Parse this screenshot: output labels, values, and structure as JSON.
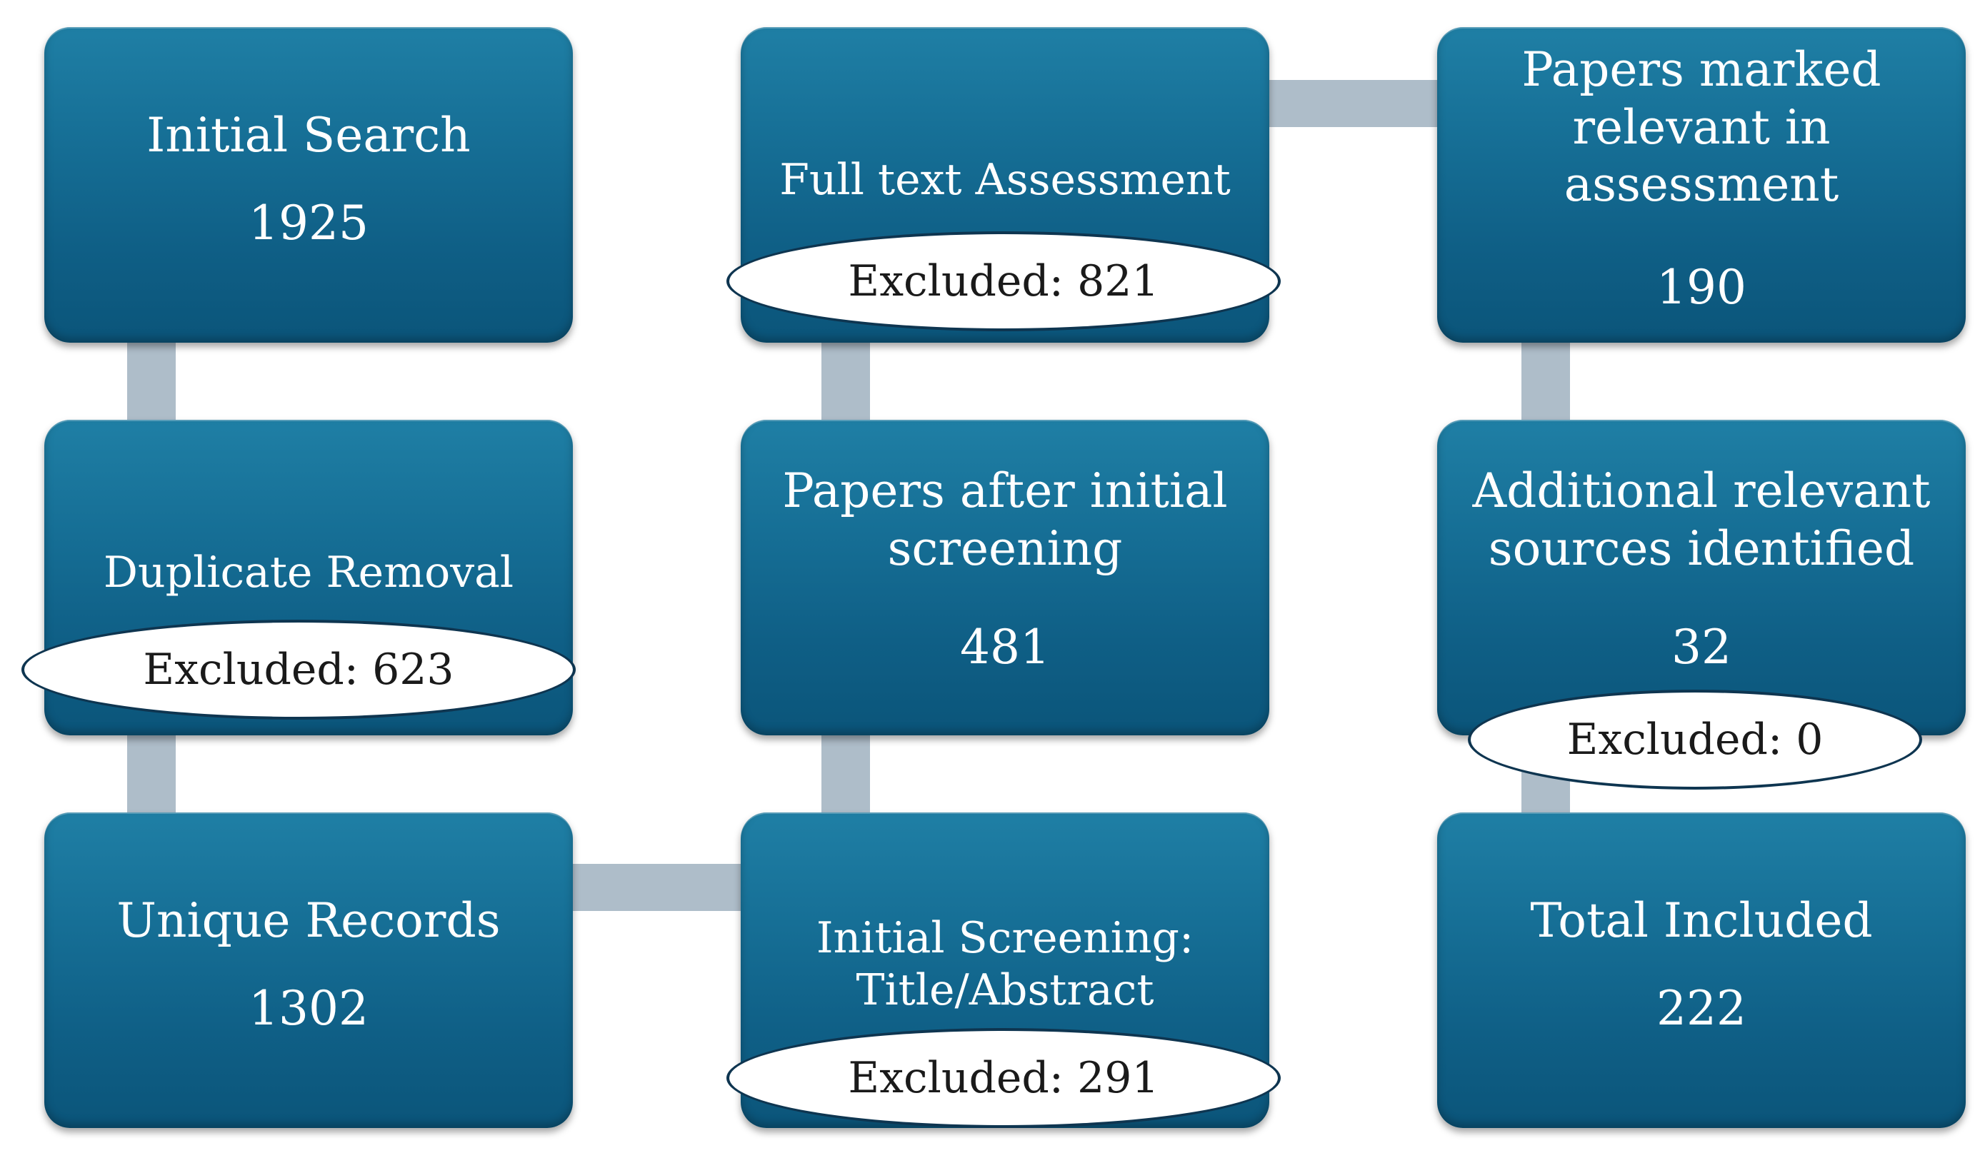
{
  "diagram": {
    "boxes": [
      {
        "id": "initial-search",
        "title": "Initial Search",
        "count": "1925"
      },
      {
        "id": "duplicate-removal",
        "title": "Duplicate Removal",
        "excluded": "Excluded: 623"
      },
      {
        "id": "unique-records",
        "title": "Unique Records",
        "count": "1302"
      },
      {
        "id": "initial-screening",
        "title": "Initial Screening:\nTitle/Abstract",
        "excluded": "Excluded: 291"
      },
      {
        "id": "papers-after-screening",
        "title": "Papers after initial\nscreening",
        "count": "481"
      },
      {
        "id": "full-text-assessment",
        "title": "Full text Assessment",
        "excluded": "Excluded: 821"
      },
      {
        "id": "papers-marked-relevant",
        "title": "Papers marked\nrelevant in\nassessment",
        "count": "190"
      },
      {
        "id": "additional-sources",
        "title": "Additional relevant\nsources identified",
        "count": "32",
        "excluded": "Excluded: 0"
      },
      {
        "id": "total-included",
        "title": "Total Included",
        "count": "222"
      }
    ]
  },
  "colors": {
    "box_fill": "#136a92",
    "connector": "#aebdc9",
    "oval_border": "#0e3550"
  }
}
